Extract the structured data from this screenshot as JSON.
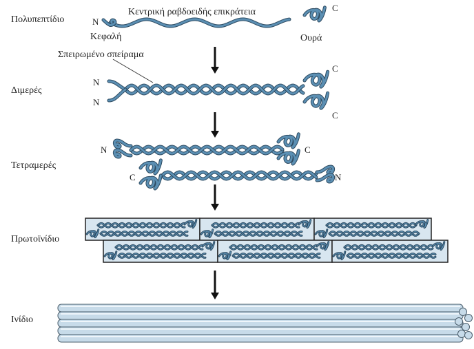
{
  "stages": {
    "polypeptide": "Πολυπεπτίδιο",
    "dimer": "Διμερές",
    "tetramer": "Τετραμερές",
    "protofilament": "Πρωτοϊνίδιο",
    "filament": "Ινίδιο"
  },
  "annotations": {
    "central_rod_domain": "Κεντρική ραβδοειδής επικράτεια",
    "head": "Κεφαλή",
    "tail": "Ουρά",
    "coiled_coil": "Σπειρωμένο σπείραμα"
  },
  "termini": {
    "n": "N",
    "c": "C"
  },
  "colors": {
    "strand_fill": "#5b8fb3",
    "strand_outline": "#2d4a60",
    "protofilament_bg": "#d8e6f0",
    "filament_fill": "#c7dbe9",
    "filament_highlight": "#eef5fa",
    "arrow": "#111111"
  }
}
